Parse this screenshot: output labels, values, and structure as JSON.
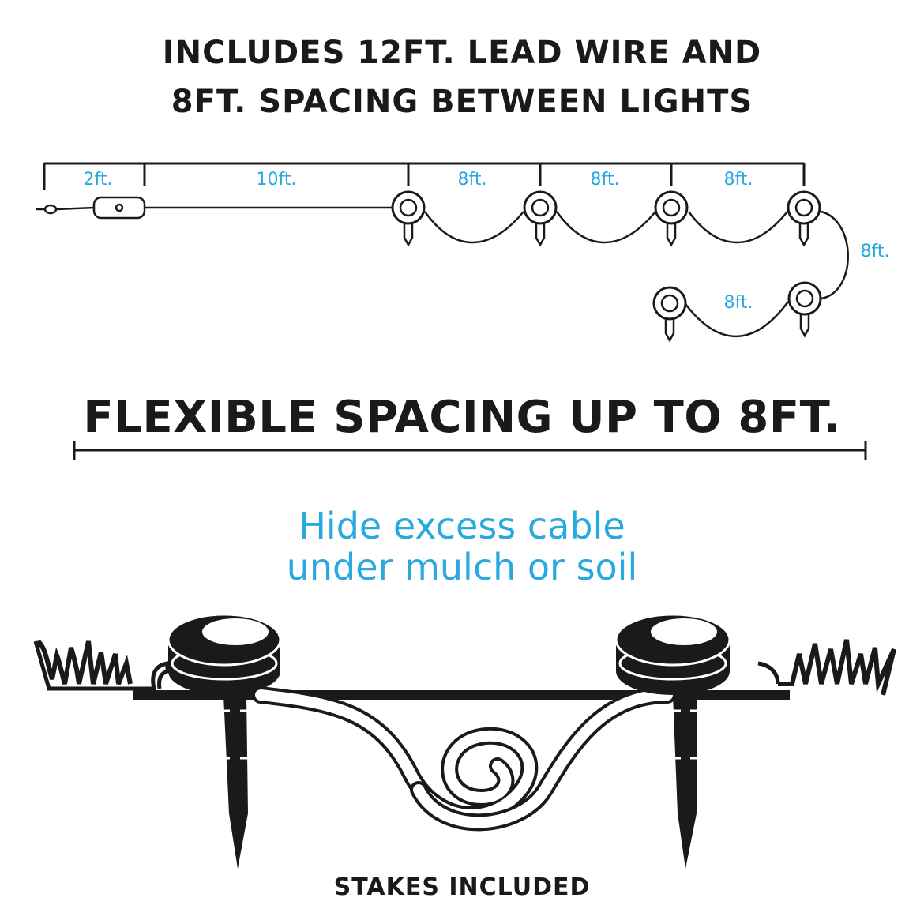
{
  "header": {
    "line1": "INCLUDES 12FT. LEAD WIRE AND",
    "line2": "8FT. SPACING BETWEEN LIGHTS"
  },
  "diagram": {
    "labels": [
      "2ft.",
      "10ft.",
      "8ft.",
      "8ft.",
      "8ft.",
      "8ft.",
      "8ft."
    ],
    "accent_color": "#2aa8e0",
    "ink_color": "#1a1a1a"
  },
  "flexible": {
    "title": "FLEXIBLE SPACING UP TO 8FT."
  },
  "tip": {
    "line1": "Hide excess cable",
    "line2": "under mulch or soil"
  },
  "footer": {
    "stakes": "STAKES INCLUDED"
  }
}
